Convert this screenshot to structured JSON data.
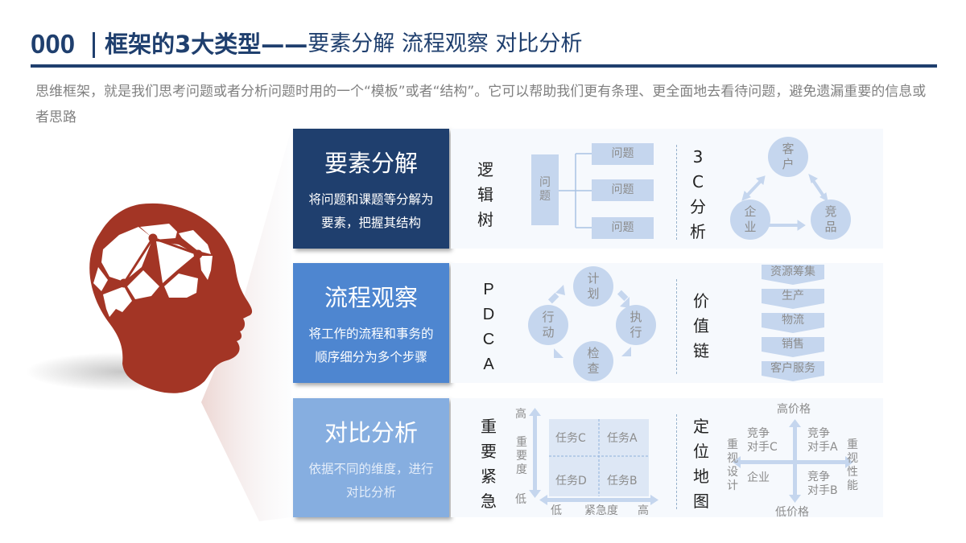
{
  "header": {
    "number": "000",
    "title_bold": "框架的3大类型——",
    "title_rest": "要素分解 流程观察 对比分析"
  },
  "intro": "思维框架，就是我们思考问题或者分析问题时用的一个“模板”或者“结构”。它可以帮助我们更有条理、更全面地去看待问题，避免遗漏重要的信息或者思路",
  "colors": {
    "title": "#1f3f6e",
    "head": "#a33525",
    "cat1": "#1f3f6e",
    "cat2": "#4e86d0",
    "cat3": "#86aee0",
    "panel_bg": "#f6f9fd",
    "shape_fill": "#c5d6ee"
  },
  "categories": [
    {
      "title": "要素分解",
      "desc_line1": "将问题和课题等分解为",
      "desc_line2": "要素，把握其结构",
      "tool1": {
        "label": [
          "逻",
          "辑",
          "树"
        ],
        "root": [
          "问",
          "题"
        ],
        "leaves": [
          "问题",
          "问题",
          "问题"
        ]
      },
      "tool2": {
        "label": [
          "3",
          "C",
          "分",
          "析"
        ],
        "nodes": [
          {
            "text": [
              "客",
              "户"
            ]
          },
          {
            "text": [
              "企",
              "业"
            ]
          },
          {
            "text": [
              "竞",
              "品"
            ]
          }
        ]
      }
    },
    {
      "title": "流程观察",
      "desc_line1": "将工作的流程和事务的",
      "desc_line2": "顺序细分为多个步骤",
      "tool1": {
        "label": [
          "P",
          "D",
          "C",
          "A"
        ],
        "nodes": [
          {
            "text": [
              "计",
              "划"
            ]
          },
          {
            "text": [
              "执",
              "行"
            ]
          },
          {
            "text": [
              "检",
              "查"
            ]
          },
          {
            "text": [
              "行",
              "动"
            ]
          }
        ]
      },
      "tool2": {
        "label": [
          "价",
          "值",
          "链"
        ],
        "steps": [
          "资源筹集",
          "生产",
          "物流",
          "销售",
          "客户服务"
        ]
      }
    },
    {
      "title": "对比分析",
      "desc_line1": "依据不同的维度，进行",
      "desc_line2": "对比分析",
      "tool1": {
        "label": [
          "重",
          "要",
          "紧",
          "急"
        ],
        "y_high": "高",
        "y_low": "低",
        "y_axis": [
          "重",
          "要",
          "度"
        ],
        "x_low": "低",
        "x_axis": "紧急度",
        "x_high": "高",
        "quadrants": {
          "top_left": "任务C",
          "top_right": "任务A",
          "bottom_left": "任务D",
          "bottom_right": "任务B"
        }
      },
      "tool2": {
        "label": [
          "定",
          "位",
          "地",
          "图"
        ],
        "top": "高价格",
        "bottom": "低价格",
        "left": [
          "重",
          "视",
          "设",
          "计"
        ],
        "right": [
          "重",
          "视",
          "性",
          "能"
        ],
        "top_left": [
          "竞争",
          "对手C"
        ],
        "top_right": [
          "竞争",
          "对手A"
        ],
        "bottom_left": "企业",
        "bottom_right": [
          "竞争",
          "对手B"
        ]
      }
    }
  ]
}
